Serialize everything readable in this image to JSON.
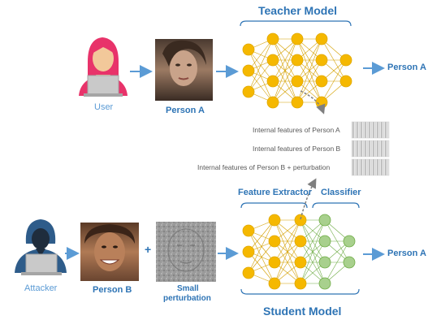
{
  "teacher": {
    "title": "Teacher Model",
    "output_label": "Person A",
    "user_label": "User",
    "photo_label": "Person A"
  },
  "features": {
    "rows": [
      "Internal features of Person A",
      "Internal features of Person B",
      "Internal features of Person B +  perturbation"
    ]
  },
  "student": {
    "title": "Student Model",
    "extractor_label": "Feature Extractor",
    "classifier_label": "Classifier",
    "output_label": "Person A",
    "attacker_label": "Attacker",
    "photo_label": "Person B",
    "plus": "+",
    "perturbation_label_1": "Small",
    "perturbation_label_2": "perturbation"
  },
  "colors": {
    "accent_blue": "#2e74b5",
    "node_orange": "#f5b800",
    "node_green": "#a8d08d",
    "edge_yellow": "#d4a000",
    "edge_green": "#70ad47",
    "arrow_blue": "#5b9bd5",
    "dashed_gray": "#7f7f7f"
  },
  "icons": [
    "user-icon",
    "attacker-icon",
    "laptop-icon"
  ]
}
